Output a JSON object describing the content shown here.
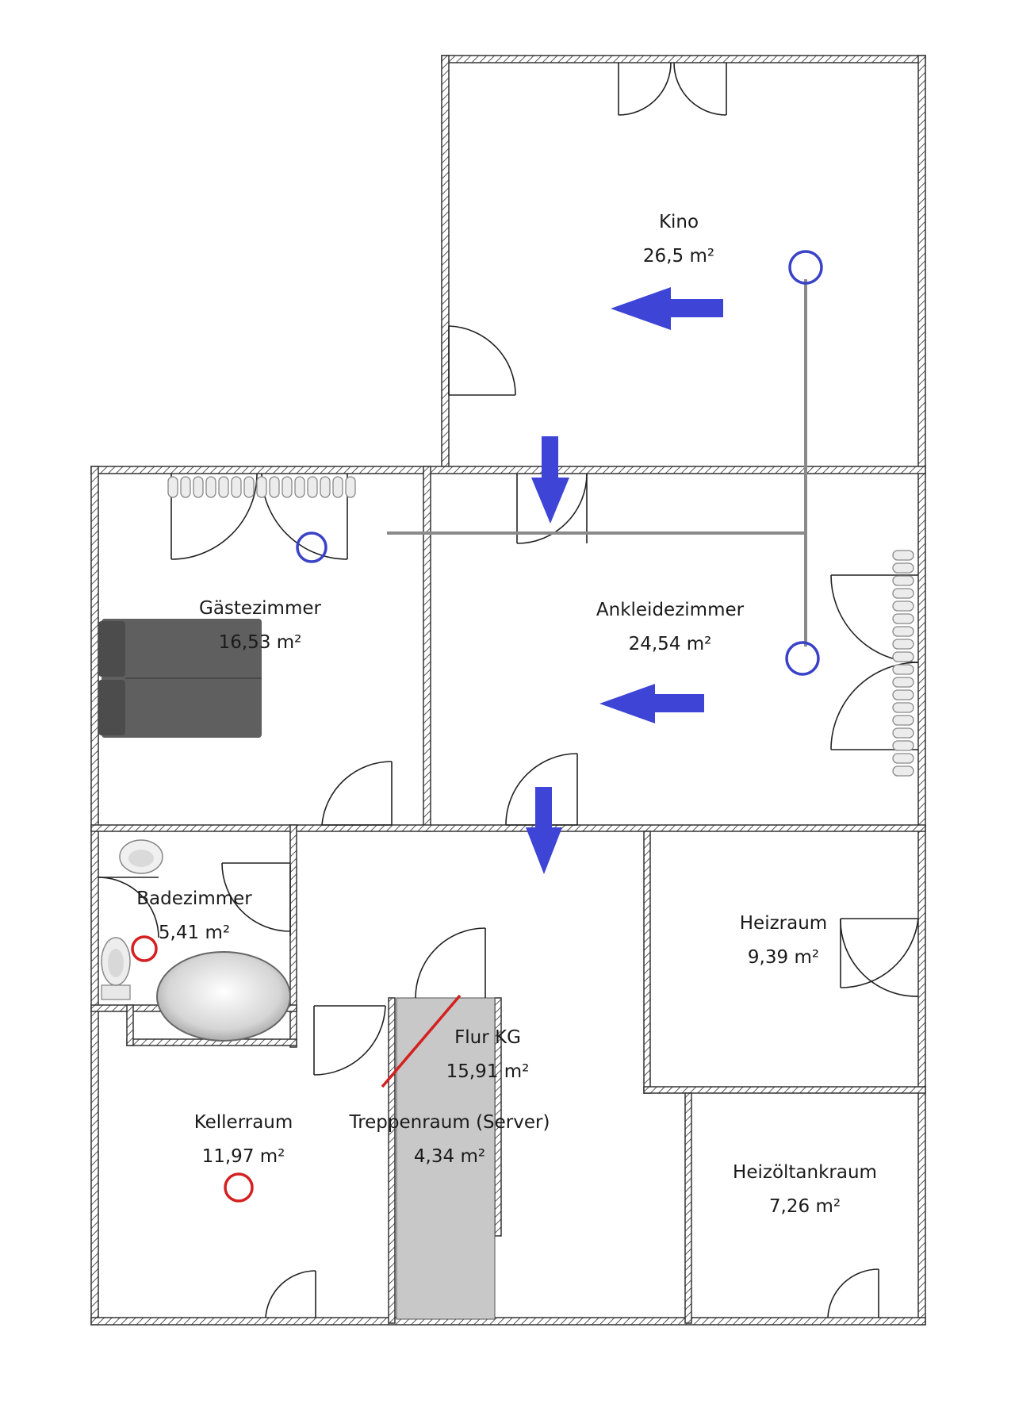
{
  "rooms": {
    "kino": {
      "name": "Kino",
      "area": "26,5 m²"
    },
    "ankleidezimmer": {
      "name": "Ankleidezimmer",
      "area": "24,54 m²"
    },
    "gaestezimmer": {
      "name": "Gästezimmer",
      "area": "16,53 m²"
    },
    "badezimmer": {
      "name": "Badezimmer",
      "area": "5,41 m²"
    },
    "heizraum": {
      "name": "Heizraum",
      "area": "9,39 m²"
    },
    "flur": {
      "name": "Flur KG",
      "area": "15,91 m²"
    },
    "kellerraum": {
      "name": "Kellerraum",
      "area": "11,97 m²"
    },
    "treppenraum": {
      "name": "Treppenraum (Server)",
      "area": "4,34 m²"
    },
    "heizoeltankraum": {
      "name": "Heizöltankraum",
      "area": "7,26 m²"
    }
  },
  "colors": {
    "wall_hatch": "#555555",
    "arrow": "#3d44d6",
    "blue_marker": "#3a42c8",
    "red_marker": "#d42020",
    "pipe": "#8a8a8a",
    "stair_fill": "#c8c8c8",
    "bed": "#5f5f5f"
  }
}
